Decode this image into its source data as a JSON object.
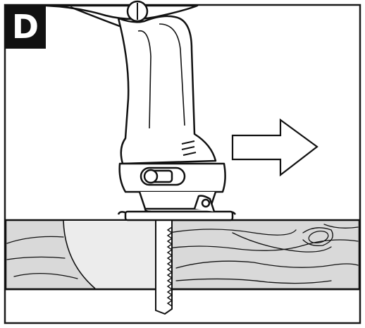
{
  "step": {
    "label": "D"
  },
  "illustration": {
    "tool": "jigsaw",
    "board": "wood-plank",
    "direction_arrow": "right-arrow-icon",
    "colors": {
      "wood": "#d9d9d9",
      "line": "#111111",
      "frame": "#1a1a1a",
      "blade": "#ffffff",
      "badge_bg": "#111111",
      "badge_text": "#ffffff"
    }
  }
}
